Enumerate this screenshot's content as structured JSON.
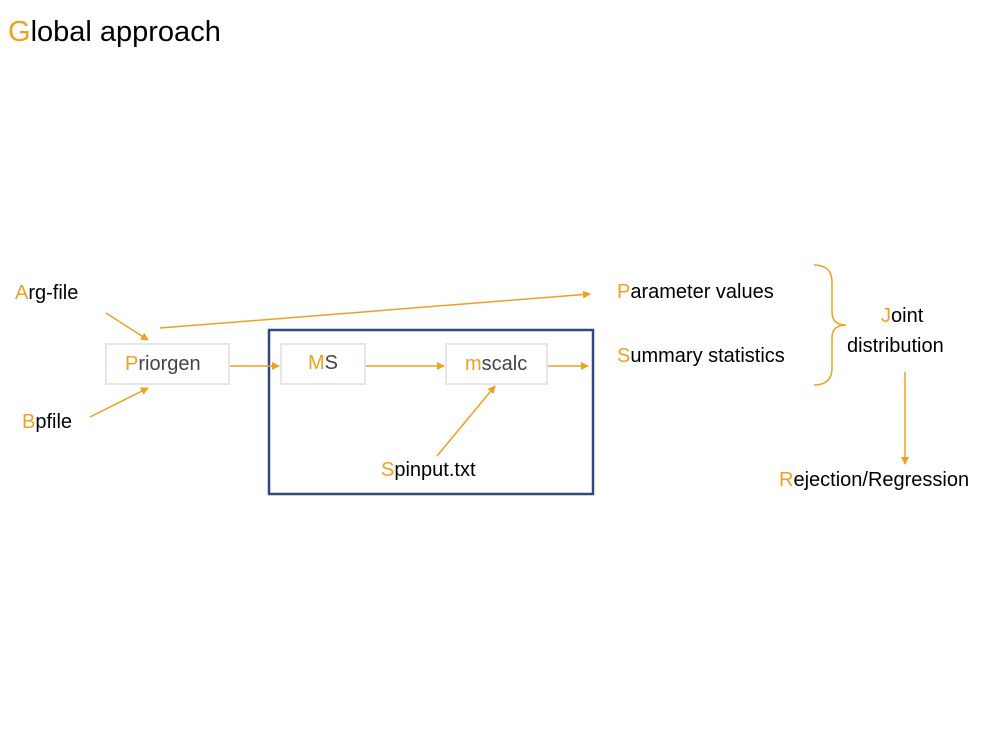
{
  "title": {
    "accent": "G",
    "rest": "lobal approach"
  },
  "inputs": {
    "arg_file": {
      "accent": "A",
      "rest": "rg-file"
    },
    "bpfile": {
      "accent": "B",
      "rest": "pfile"
    },
    "spinput": {
      "accent": "S",
      "rest": "pinput.txt"
    }
  },
  "boxes": {
    "priorgen": {
      "accent": "P",
      "rest": "riorgen"
    },
    "ms": {
      "accent": "M",
      "rest": "S"
    },
    "mscalc": {
      "accent": "m",
      "rest": "scalc"
    }
  },
  "outputs": {
    "parameter_values": {
      "accent": "P",
      "rest": "arameter values"
    },
    "summary_statistics": {
      "accent": "S",
      "rest": "ummary statistics"
    },
    "joint": {
      "accent": "J",
      "rest": "oint",
      "line2": "distribution"
    },
    "rejection": {
      "accent": "R",
      "rest": "ejection/Regression"
    }
  },
  "colors": {
    "accent": "#F0A020",
    "frame": "#2E4A7A",
    "box_border": "#E6E6E6"
  }
}
